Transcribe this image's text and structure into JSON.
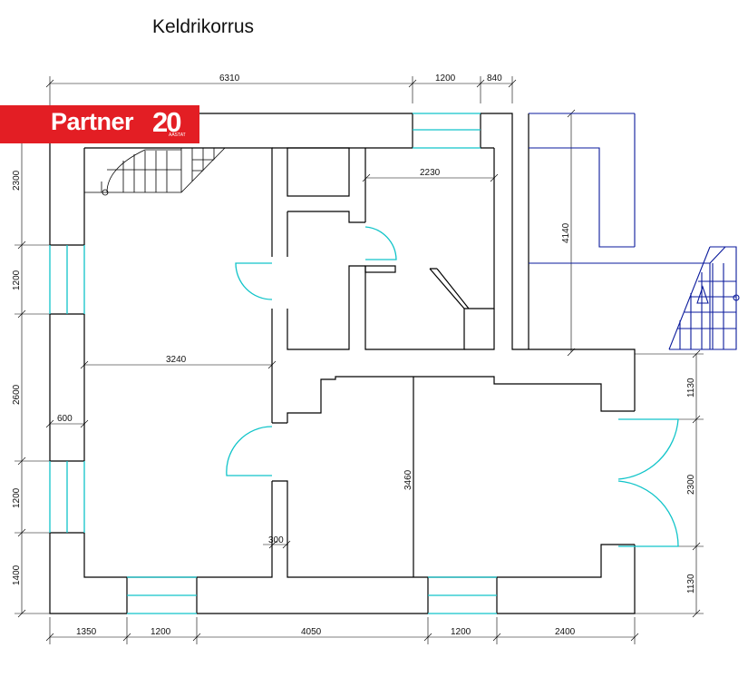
{
  "title": "Keldrikorrus",
  "logo": {
    "text": "Partner",
    "number": "20",
    "sub": "AASTAT"
  },
  "dimensions": {
    "top_1": "6310",
    "top_2": "1200",
    "top_3": "840",
    "bottom_1": "1350",
    "bottom_2": "1200",
    "bottom_3": "4050",
    "bottom_4": "1200",
    "bottom_5": "2400",
    "left_1": "2300",
    "left_2": "1200",
    "left_3": "2600",
    "left_4": "1200",
    "left_5": "1400",
    "right_1": "1130",
    "right_2": "2300",
    "right_3": "1130",
    "inner_3240": "3240",
    "inner_2230": "2230",
    "inner_4140": "4140",
    "inner_3460": "3460",
    "inner_600": "600",
    "inner_300": "300"
  }
}
